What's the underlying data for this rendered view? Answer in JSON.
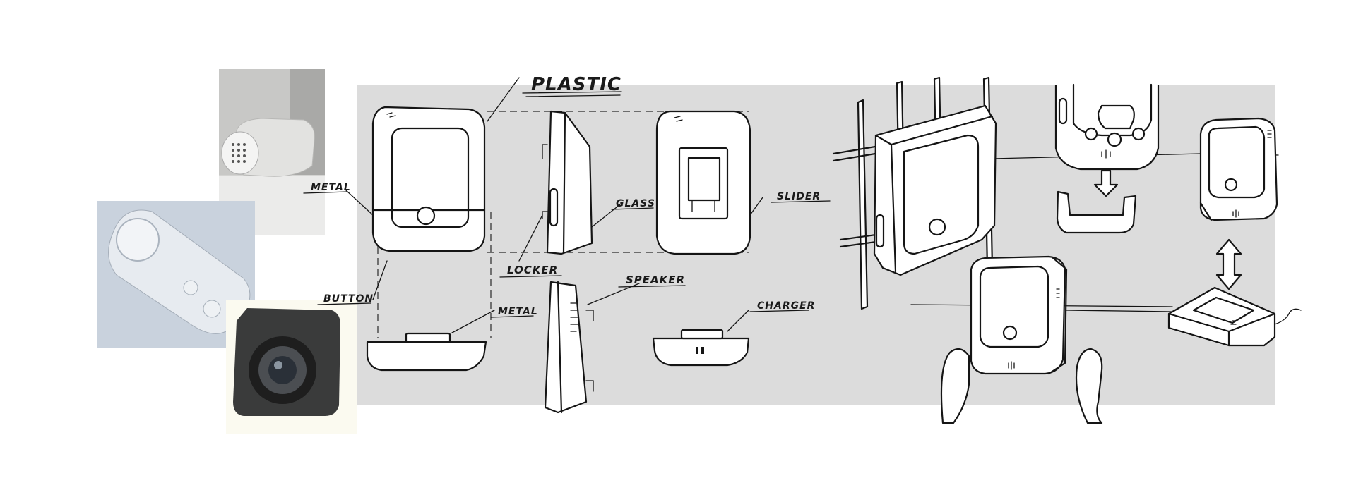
{
  "labels": {
    "plastic": "PLASTIC",
    "metal_top": "METAL",
    "glass": "GLASS",
    "slider": "SLIDER",
    "locker": "LOCKER",
    "speaker": "SPEAKER",
    "button": "BUTTON",
    "metal_bottom": "METAL",
    "charger": "CHARGER"
  },
  "colors": {
    "panel": "#dcdcdc",
    "ink": "#151515",
    "paper": "#ffffff"
  }
}
